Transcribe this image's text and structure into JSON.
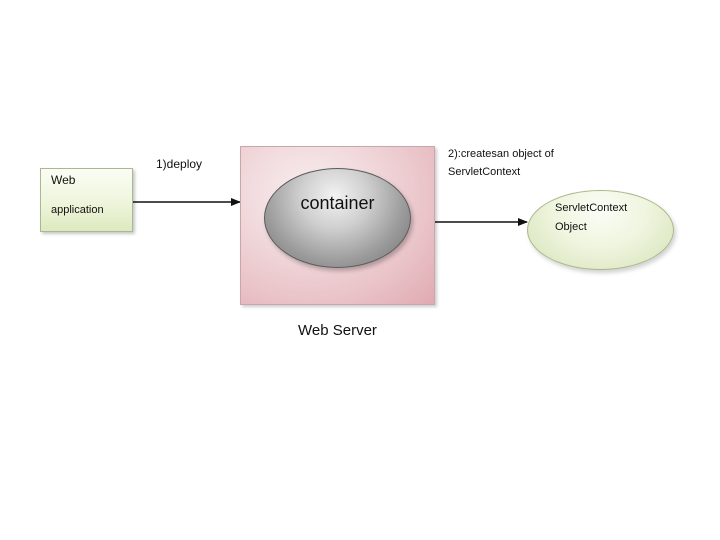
{
  "diagram": {
    "nodes": {
      "web_application": {
        "line1": "Web",
        "line2": "application"
      },
      "container": {
        "label": "container"
      },
      "web_server": {
        "label": "Web Server"
      },
      "servlet_context_object": {
        "line1": "ServletContext",
        "line2": "Object"
      }
    },
    "edges": {
      "deploy": {
        "label": "1)deploy"
      },
      "create_object": {
        "line1": "2):createsan object of",
        "line2": "ServletContext"
      }
    }
  }
}
